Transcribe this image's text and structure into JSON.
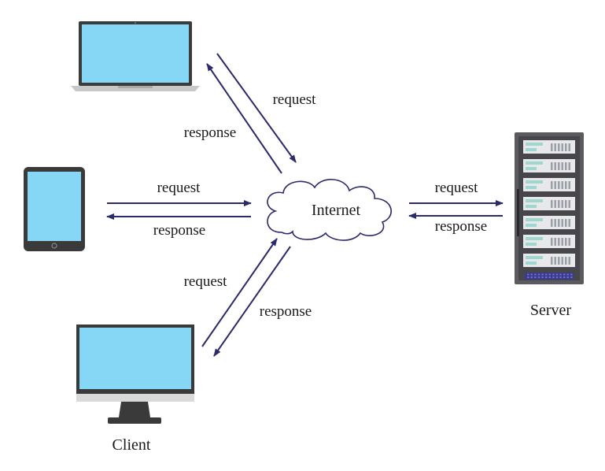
{
  "nodes": {
    "internet": "Internet",
    "server": "Server",
    "client": "Client"
  },
  "edges": {
    "laptop": {
      "request": "request",
      "response": "response"
    },
    "tablet": {
      "request": "request",
      "response": "response"
    },
    "desktop": {
      "request": "request",
      "response": "response"
    },
    "server": {
      "request": "request",
      "response": "response"
    }
  },
  "icons": [
    "laptop-icon",
    "tablet-icon",
    "desktop-monitor-icon",
    "cloud-icon",
    "server-rack-icon"
  ],
  "colors": {
    "arrow": "#2b2a6b",
    "screen": "#86d6f5",
    "device_dark": "#3a3a3a",
    "cloud_stroke": "#2b2a6b",
    "server_body": "#5a5a5f",
    "server_unit": "#9fd6cf"
  }
}
